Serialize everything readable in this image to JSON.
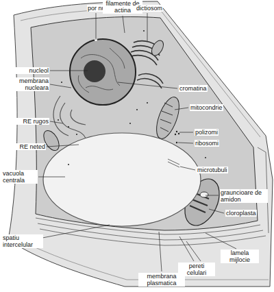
{
  "diagram": {
    "labels": [
      "por nuclear",
      "filamente de actina",
      "dictiosom",
      "nucleol",
      "membrana nucleara",
      "cromatina",
      "mitocondrie",
      "RE rugos",
      "polizomi",
      "ribosomi",
      "RE neted",
      "microtubuli",
      "vacuola centrala",
      "grauncioare de amidon",
      "cloroplasta",
      "spatiu intercelular",
      "membrana plasmatica",
      "pereti celulari",
      "lamela mijlocie"
    ]
  }
}
